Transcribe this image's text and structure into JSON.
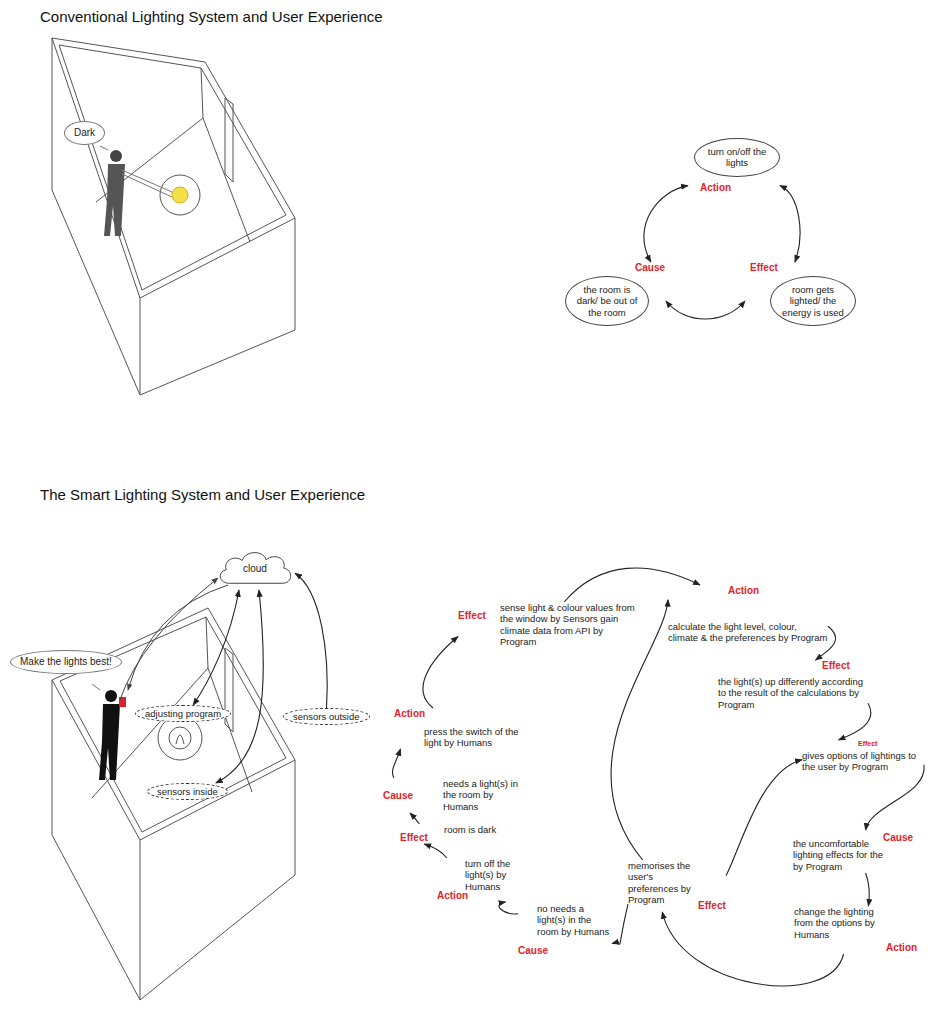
{
  "diagram": {
    "title": "Conventional Lighting System and User Experience",
    "nodes": [
      {
        "text": [
          "Action",
          "turn on/off the lights"
        ]
      },
      {
        "text": [
          "Cause",
          "the room is dark/ be out of the room"
        ]
      },
      {
        "text": [
          "Effect",
          "room gets lighted/ the energy is used"
        ]
      },
      {
        "text": [
          "Dark"
        ]
      },
      {
        "text": [
          "Make the lights best!"
        ]
      },
      {
        "text": [
          "cloud"
        ]
      },
      {
        "text": [
          "adjusting program"
        ]
      },
      {
        "text": [
          "sensors inside"
        ]
      },
      {
        "text": [
          "sensors outside"
        ]
      },
      {
        "text": [
          "Effect",
          "sense light & colour values from the window by Sensors gain climate data from API by Program"
        ]
      },
      {
        "text": [
          "Action",
          "calculate the light level, colour, climate & the preferences by Program"
        ]
      },
      {
        "text": [
          "Effect",
          "the light(s) up differently according to the result of the calculations by Program"
        ]
      },
      {
        "text": [
          "Effect",
          "gives options of lightings to the user by Program"
        ]
      },
      {
        "text": [
          "Cause",
          "the uncomfortable lighting effects for the by Program"
        ]
      },
      {
        "text": [
          "Action",
          "change the lighting from the options by Humans"
        ]
      },
      {
        "text": [
          "Effect",
          "memorises the user's preferences by Program"
        ]
      },
      {
        "text": [
          "Cause",
          "no needs a light(s) in the room by Humans"
        ]
      },
      {
        "text": [
          "Action",
          "turn off the light(s) by Humans"
        ]
      },
      {
        "text": [
          "Effect",
          "room is dark"
        ]
      },
      {
        "text": [
          "Cause",
          "needs a light(s) in the room by Humans"
        ]
      },
      {
        "text": [
          "Action",
          "press the switch of the light by Humans"
        ]
      }
    ],
    "edges": [
      {
        "from": 1,
        "to": 0,
        "arrow": "both"
      },
      {
        "from": 0,
        "to": 2,
        "arrow": "both"
      },
      {
        "from": 2,
        "to": 1,
        "arrow": "both"
      },
      {
        "from": 5,
        "to": 6,
        "arrow": "both"
      },
      {
        "from": 5,
        "to": 7,
        "arrow": "both"
      },
      {
        "from": 8,
        "to": 5,
        "arrow": "to"
      },
      {
        "from": 20,
        "to": 9,
        "arrow": "to"
      },
      {
        "from": 9,
        "to": 10,
        "arrow": "to"
      },
      {
        "from": 10,
        "to": 11,
        "arrow": "to"
      },
      {
        "from": 11,
        "to": 12,
        "arrow": "to"
      },
      {
        "from": 12,
        "to": 13,
        "arrow": "to"
      },
      {
        "from": 13,
        "to": 14,
        "arrow": "to"
      },
      {
        "from": 14,
        "to": 15,
        "arrow": "to"
      },
      {
        "from": 15,
        "to": 10,
        "arrow": "to"
      },
      {
        "from": 15,
        "to": 12,
        "arrow": "to"
      },
      {
        "from": 15,
        "to": 16,
        "arrow": "to"
      },
      {
        "from": 16,
        "to": 17,
        "arrow": "to"
      },
      {
        "from": 17,
        "to": 18,
        "arrow": "to"
      },
      {
        "from": 18,
        "to": 19,
        "arrow": "to"
      },
      {
        "from": 19,
        "to": 20,
        "arrow": "to"
      }
    ],
    "labels": [
      "The Smart Lighting System and User Experience"
    ]
  }
}
